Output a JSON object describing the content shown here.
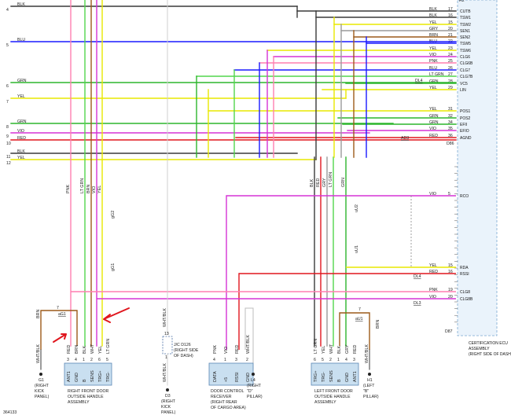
{
  "diagram_id": "364133",
  "ecu": {
    "name_lines": [
      "CERTIFICATION ECU",
      "ASSEMBLY",
      "(RIGHT SIDE OF DASH)"
    ],
    "connector_top": "D86",
    "connector_bottom": "D87",
    "pins_top": [
      {
        "num": "17",
        "name": "CUTB",
        "color": "BLK"
      },
      {
        "num": "16",
        "name": "TSW1",
        "color": "BLK"
      },
      {
        "num": "15",
        "name": "TSW2",
        "color": "YEL"
      },
      {
        "num": "20",
        "name": "SEN1",
        "color": "GRY"
      },
      {
        "num": "21",
        "name": "SEN2",
        "color": "BRN"
      },
      {
        "num": "22",
        "name": "TSW5",
        "color": "BLU"
      },
      {
        "num": "23",
        "name": "TSW6",
        "color": "YEL"
      },
      {
        "num": "24",
        "name": "CLG6",
        "color": "VIO"
      },
      {
        "num": "25",
        "name": "CLG6B",
        "color": "PNK"
      },
      {
        "num": "26",
        "name": "CLG7",
        "color": "BLU"
      },
      {
        "num": "27",
        "name": "CLG7B",
        "color": "LT GRN"
      },
      {
        "num": "28",
        "name": "VC5",
        "color": "GRN"
      },
      {
        "num": "29",
        "name": "LIN",
        "color": "YEL"
      },
      {
        "num": "31",
        "name": "POS1",
        "color": "YEL"
      },
      {
        "num": "32",
        "name": "POS2",
        "color": "GRN"
      },
      {
        "num": "34",
        "name": "EFII",
        "color": "GRN"
      },
      {
        "num": "35",
        "name": "EFIO",
        "color": "VIO"
      },
      {
        "num": "36",
        "name": "AGND",
        "color": "RED"
      }
    ],
    "pins_bottom_labels": [
      {
        "num": "5",
        "name": "RCO",
        "color": "VIO"
      },
      {
        "num": "15",
        "name": "RDA",
        "color": "YEL"
      },
      {
        "num": "16",
        "name": "RSSI",
        "color": "RED"
      },
      {
        "num": "19",
        "name": "CLG8",
        "color": "PNK"
      },
      {
        "num": "20",
        "name": "CLG8B",
        "color": "VIO"
      }
    ],
    "top_partial_label": "R2"
  },
  "left_wires": [
    {
      "num": "4",
      "color": "BLK"
    },
    {
      "num": "5",
      "color": "BLU"
    },
    {
      "num": "6",
      "color": "GRN"
    },
    {
      "num": "7",
      "color": "YEL"
    },
    {
      "num": "8",
      "color": "GRN"
    },
    {
      "num": "9",
      "color": "VIO"
    },
    {
      "num": "10",
      "color": "RED"
    },
    {
      "num": "11",
      "color": "BLK"
    },
    {
      "num": "12",
      "color": "YEL"
    }
  ],
  "splices": {
    "dl4_top": "DL4",
    "ad3": "AD3",
    "dl4_bottom": "DL4",
    "dl3": "DL3",
    "ag1": "aG1",
    "au1": "aU1"
  },
  "connectors": {
    "g02": "gG2",
    "g01": "gG1",
    "u02": "uU2",
    "u01": "uU1",
    "jc_lines": [
      "J/C D126",
      "(RIGHT SIDE",
      "OF DASH)"
    ]
  },
  "column_colors_left": [
    "PNK",
    "LT GRN",
    "BRN",
    "VIO",
    "YEL"
  ],
  "column_colors_right": [
    "BLK",
    "RED",
    "GRY",
    "LT GRN",
    "GRN"
  ],
  "right_front": {
    "pins": [
      "ANT1",
      "GND",
      "B",
      "SENS",
      "TRG+",
      "TRG-"
    ],
    "pin_nums": [
      "3",
      "4",
      "1",
      "2",
      "6",
      "5"
    ],
    "wire_labels": [
      "RED",
      "BRN",
      "BLK",
      "WHT",
      "YEL",
      "LT GRN"
    ],
    "name_lines": [
      "RIGHT FRONT DOOR",
      "OUTSIDE HANDLE",
      "ASSEMBLY"
    ]
  },
  "door_control": {
    "pins": [
      "DATA",
      "+5",
      "RSSI",
      "GND"
    ],
    "pin_nums": [
      "4",
      "1",
      "3",
      "2"
    ],
    "wire_labels": [
      "PNK",
      "VIO",
      "RED",
      "WHT/BLK"
    ],
    "name_lines": [
      "DOOR CONTROL",
      "RECEIVER",
      "(RIGHT REAR",
      "OF CARGO AREA)"
    ]
  },
  "left_front": {
    "pins": [
      "TRG+",
      "TRG-",
      "SENS",
      "B",
      "GND",
      "ANT1"
    ],
    "pin_nums": [
      "6",
      "5",
      "2",
      "1",
      "4",
      "3"
    ],
    "wire_labels": [
      "LT GRN",
      "YEL",
      "WHT",
      "BLK",
      "GRY",
      "RED"
    ],
    "name_lines": [
      "LEFT FRONT DOOR",
      "OUTSIDE HANDLE",
      "ASSEMBLY"
    ]
  },
  "grounds": {
    "g1": {
      "code": "G1",
      "lines": [
        "(RIGHT",
        "KICK",
        "PANEL)"
      ],
      "wire": "WHT/BLK"
    },
    "d3": {
      "code": "D3",
      "lines": [
        "(RIGHT",
        "KICK",
        "PANEL)"
      ],
      "wire": "WHT/BLK"
    },
    "l4": {
      "code": "L4",
      "lines": [
        "(RIGHT",
        "\"D\"",
        "PILLAR)"
      ],
      "wire": "WHT/BLK"
    },
    "h1": {
      "code": "H1",
      "lines": [
        "(LEFT",
        "\"B\"",
        "PILLAR)"
      ],
      "wire": "WHT/BLK"
    }
  },
  "misc_labels": {
    "brn_left": "BRN",
    "brn_right": "BRN",
    "jc_pin_top": "13",
    "jc_pin_bottom": "1",
    "splice_pin_7a": "7",
    "splice_pin_7b": "7",
    "wht_blk_jc_top": "WHT/BLK",
    "wht_blk_jc_bot": "WHT/BLK"
  },
  "colors": {
    "BLK": "#3a3a3a",
    "BLU": "#1a1aff",
    "GRN": "#2db52d",
    "YEL": "#e8e800",
    "VIO": "#d633d6",
    "RED": "#e0161e",
    "PNK": "#ff7fb0",
    "BRN": "#9c5a1a",
    "GRY": "#9a9a9a",
    "LT GRN": "#52d64d",
    "WHT": "#dddddd",
    "ECU_BOX": "#eaf3fb",
    "CONN_BOX": "#c9dff0",
    "ARROW": "#e0161e"
  }
}
